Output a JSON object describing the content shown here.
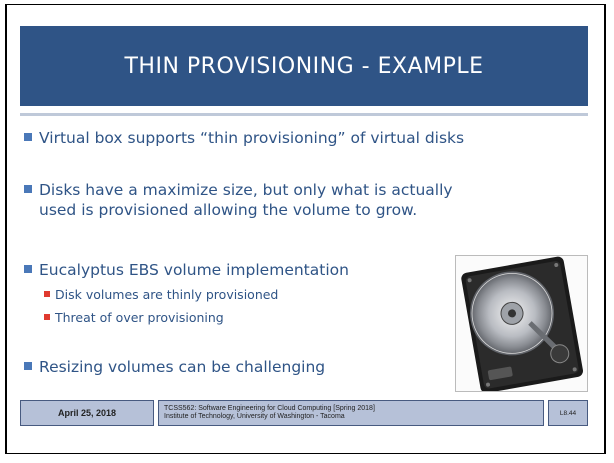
{
  "title": "THIN PROVISIONING - EXAMPLE",
  "bullets": [
    {
      "line1": "Virtual box supports “thin provisioning” of virtual disks"
    },
    {
      "line1": "Disks have a maximize size, but only what is actually",
      "line2": "used is provisioned allowing the volume to grow."
    },
    {
      "line1": "Eucalyptus EBS volume implementation",
      "subs": [
        "Disk volumes are thinly provisioned",
        "Threat of over provisioning"
      ]
    },
    {
      "line1": "Resizing volumes can be challenging"
    }
  ],
  "footer": {
    "date": "April 25, 2018",
    "course_line1": "TCSS562: Software Engineering for Cloud Computing [Spring 2018]",
    "course_line2": "Institute of Technology, University of Washington - Tacoma",
    "page": "L8.44"
  },
  "colors": {
    "title_bar": "#2f5486",
    "text": "#2f5486",
    "bullet": "#4a78b8",
    "sub_bullet": "#e03a2f",
    "footer_fill": "#b6c1d8"
  },
  "image": {
    "icon": "hard-drive-image"
  }
}
